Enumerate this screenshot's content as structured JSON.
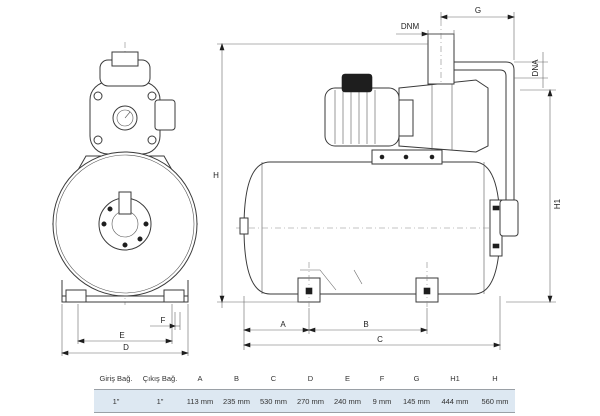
{
  "dimension_labels": {
    "A": "A",
    "B": "B",
    "C": "C",
    "D": "D",
    "E": "E",
    "F": "F",
    "G": "G",
    "H": "H",
    "H1": "H1",
    "DNM": "DNM",
    "DNA": "DNA"
  },
  "table": {
    "headers": [
      "Giriş Bağ.",
      "Çıkış Bağ.",
      "A",
      "B",
      "C",
      "D",
      "E",
      "F",
      "G",
      "H1",
      "H"
    ],
    "rows": [
      [
        "1\"",
        "1\"",
        "113 mm",
        "235 mm",
        "530 mm",
        "270 mm",
        "240 mm",
        "9 mm",
        "145 mm",
        "444 mm",
        "560 mm"
      ]
    ]
  }
}
